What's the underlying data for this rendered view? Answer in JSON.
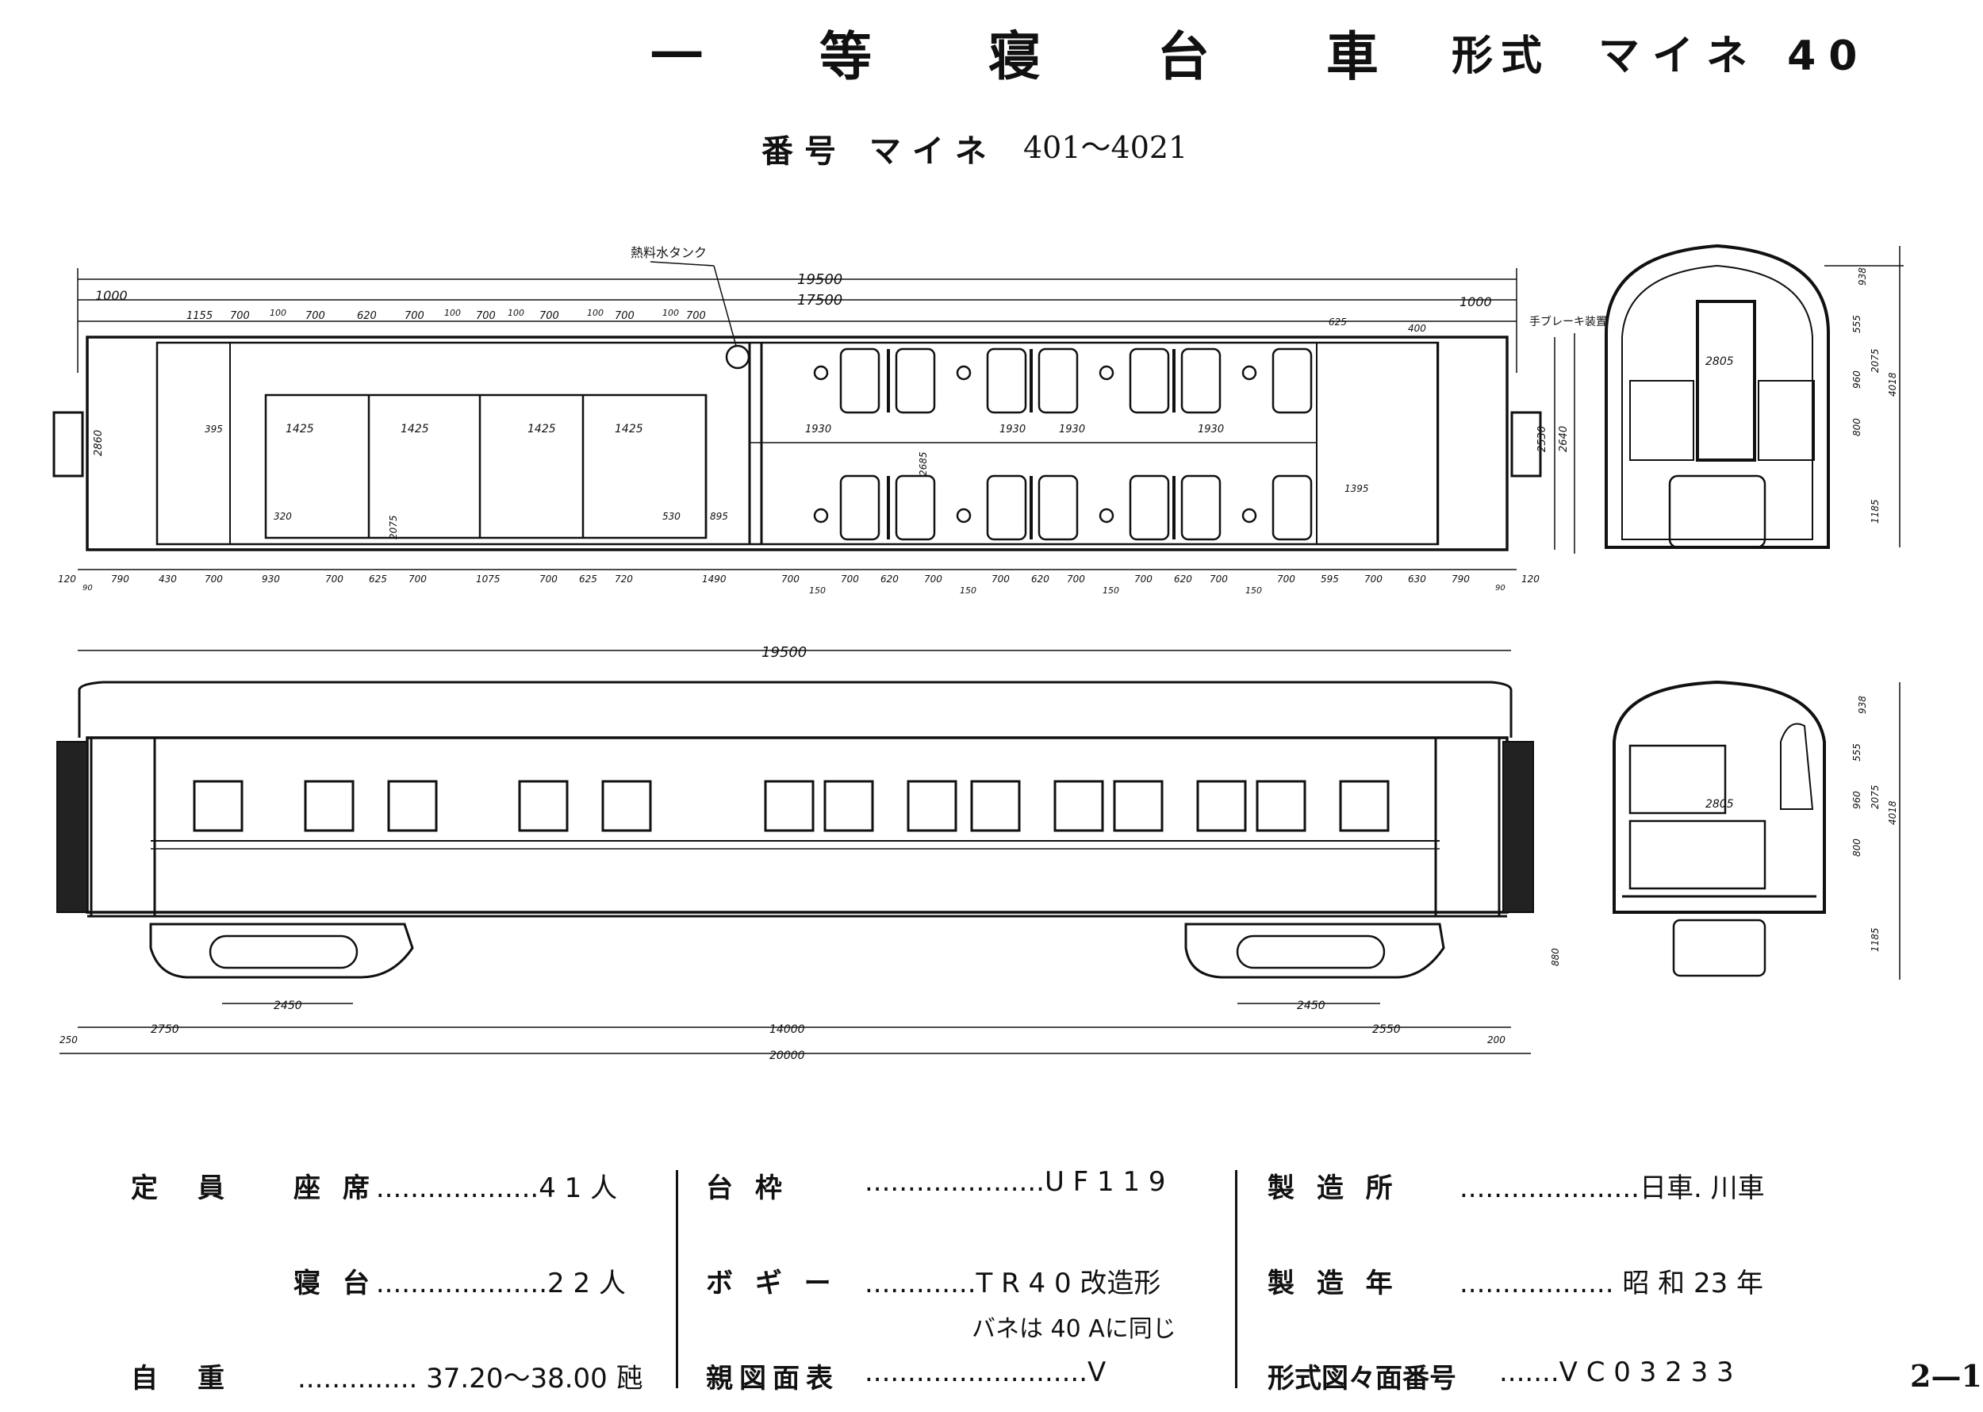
{
  "header": {
    "title": "一 等 寝 台 車",
    "type_label": "形式",
    "type_value": "マイネ 40",
    "number_label": "番号 マイネ",
    "number_range": "401～4021"
  },
  "plan_view": {
    "overall_length": "19500",
    "inner_length": "17500",
    "end_offset": "1000",
    "label_annotation": "熱料水タンク",
    "right_annotation": "手ブレーキ装置",
    "top_dims": [
      "1155",
      "700",
      "100",
      "700",
      "620",
      "700",
      "100",
      "700",
      "100",
      "700",
      "100",
      "700",
      "100",
      "700"
    ],
    "bottom_dims": [
      "120",
      "90",
      "790",
      "430",
      "700",
      "930",
      "700",
      "625",
      "700",
      "1075",
      "700",
      "625",
      "720",
      "1490",
      "700",
      "150",
      "700",
      "620",
      "700",
      "150",
      "700",
      "620",
      "700",
      "150",
      "700",
      "620",
      "700",
      "150",
      "700",
      "595",
      "700",
      "630",
      "790",
      "90",
      "120"
    ],
    "room_widths": [
      "1425",
      "1425",
      "1425",
      "1425"
    ],
    "berth_dims": [
      "1930",
      "1930",
      "1930",
      "1930"
    ],
    "width_dims": [
      "2530",
      "2640",
      "2860"
    ],
    "detail_dims": [
      "395",
      "320",
      "530",
      "895",
      "1395",
      "625",
      "400",
      "2075",
      "2685"
    ]
  },
  "section_top": {
    "width": "2805",
    "dims": [
      "938",
      "555",
      "960",
      "800",
      "2075",
      "1185",
      "4018"
    ]
  },
  "section_bottom": {
    "width": "2805",
    "dims": [
      "938",
      "555",
      "960",
      "800",
      "2075",
      "1185",
      "4018"
    ]
  },
  "side_view": {
    "overall_length": "19500",
    "truck_wheelbase_left": "2450",
    "truck_wheelbase_right": "2450",
    "left_end": "2750",
    "truck_center": "14000",
    "right_end": "2550",
    "total_length": "20000",
    "left_offset": "250",
    "right_offset": "200",
    "height_dim": "880"
  },
  "specs": {
    "capacity_label": "定　員",
    "seats_label": "座 席",
    "seats_value": "4 1 人",
    "berths_label": "寝 台",
    "berths_value": "2 2 人",
    "weight_label": "自　重",
    "weight_value": "37.20～38.00 瓲",
    "underframe_label": "台 枠",
    "underframe_value": "U F 1 1 9",
    "bogie_label": "ボ ギ ー",
    "bogie_value": "T R 4 0 改造形",
    "bogie_note": "バネは 40 Aに同じ",
    "drawing_label": "親図面表",
    "drawing_value": "V",
    "maker_label": "製 造 所",
    "maker_value": "日車. 川車",
    "year_label": "製 造 年",
    "year_value": "昭 和 23 年",
    "drawing_number_label": "形式図々面番号",
    "drawing_number_value": "V C 0 3 2 3 3"
  },
  "page_number": "2—1"
}
